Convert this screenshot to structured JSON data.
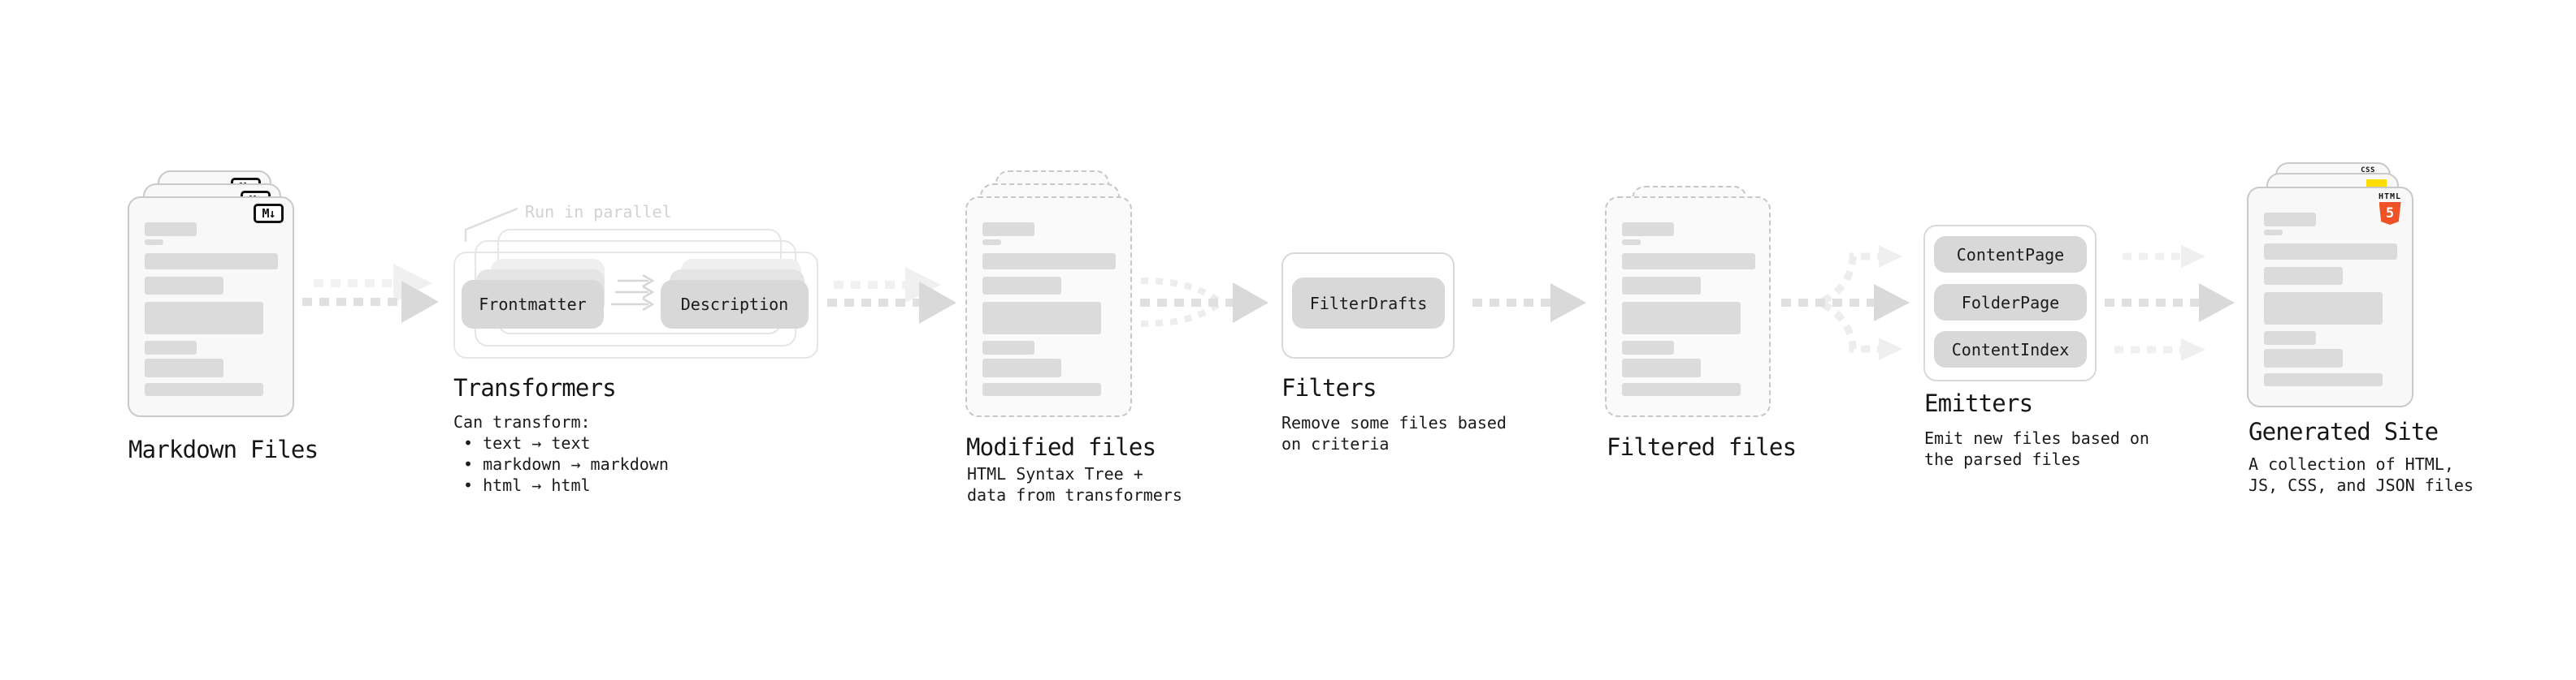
{
  "stages": {
    "markdown_files": {
      "label": "Markdown Files"
    },
    "transformers": {
      "label": "Transformers",
      "annotation": "Run in parallel",
      "pill_left": "Frontmatter",
      "pill_right": "Description",
      "desc": [
        "Can transform:",
        "• text → text",
        "• markdown → markdown",
        "• html → html"
      ]
    },
    "modified_files": {
      "label": "Modified files",
      "desc": [
        "HTML Syntax Tree +",
        "data from transformers"
      ]
    },
    "filters": {
      "label": "Filters",
      "pill": "FilterDrafts",
      "desc": [
        "Remove some files based",
        "on criteria"
      ]
    },
    "filtered_files": {
      "label": "Filtered files"
    },
    "emitters": {
      "label": "Emitters",
      "pills": [
        "ContentPage",
        "FolderPage",
        "ContentIndex"
      ],
      "desc": [
        "Emit new files based on",
        "the parsed files"
      ]
    },
    "generated_site": {
      "label": "Generated Site",
      "desc": [
        "A collection of HTML,",
        "JS, CSS, and JSON files"
      ]
    }
  },
  "icons": {
    "markdown": "M↓",
    "html5_text": "HTML",
    "html5_number": "5",
    "css_text": "CSS"
  },
  "colors": {
    "accent_html5": "#ef5226",
    "accent_js": "#ffdd00",
    "accent_css": "#2965f1"
  }
}
